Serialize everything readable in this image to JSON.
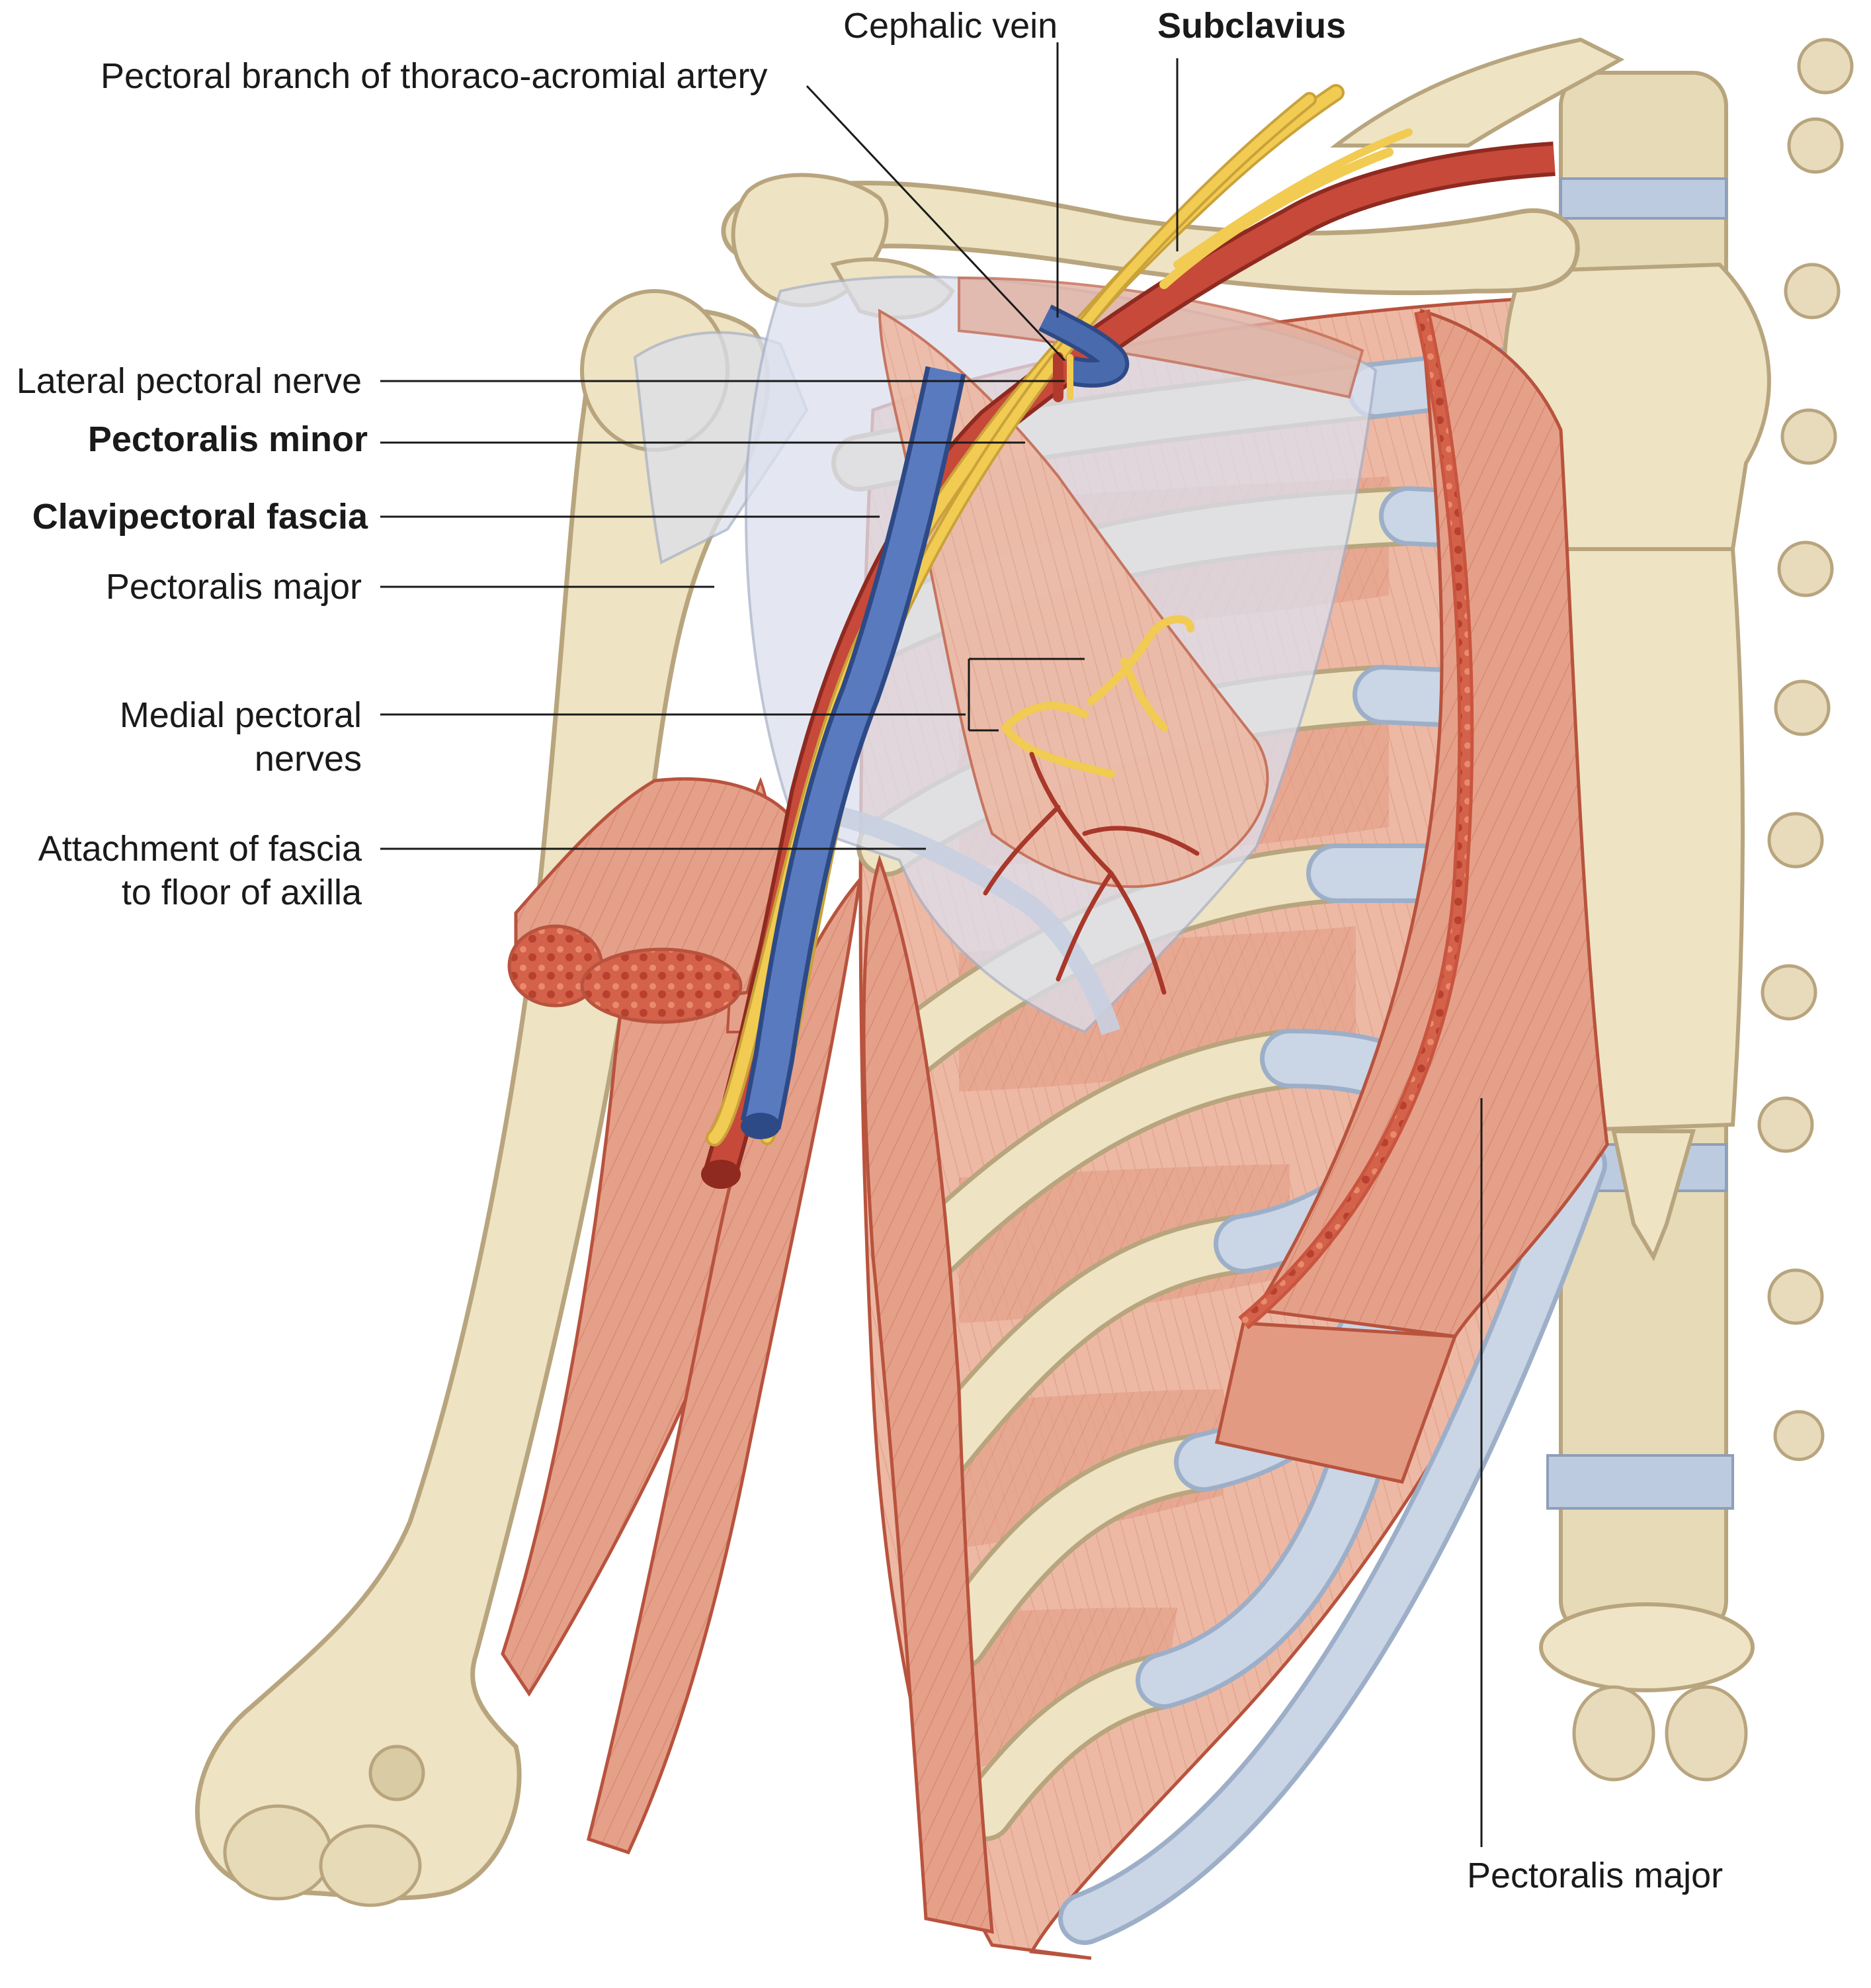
{
  "labels": {
    "cephalic_vein": "Cephalic vein",
    "subclavius": "Subclavius",
    "pectoral_branch": "Pectoral branch of thoraco-acromial artery",
    "lateral_pectoral_nerve": "Lateral pectoral nerve",
    "pectoralis_minor": "Pectoralis minor",
    "clavipectoral_fascia": "Clavipectoral fascia",
    "pectoralis_major_left": "Pectoralis major",
    "medial_pectoral_line1": "Medial pectoral",
    "medial_pectoral_line2": "nerves",
    "attachment_line1": "Attachment of fascia",
    "attachment_line2": "to floor of axilla",
    "pectoralis_major_right": "Pectoralis major"
  },
  "colors": {
    "bone": "#EEE3C3",
    "bone_outline": "#B8A57E",
    "cartilage": "#C9D4E4",
    "muscle": "#E3957C",
    "muscle_dark": "#C5503A",
    "fascia": "#D9DEEC",
    "vein": "#4A6AAE",
    "artery": "#B23A2C",
    "nerve": "#F1CB52",
    "leader": "#1a1a1a"
  }
}
